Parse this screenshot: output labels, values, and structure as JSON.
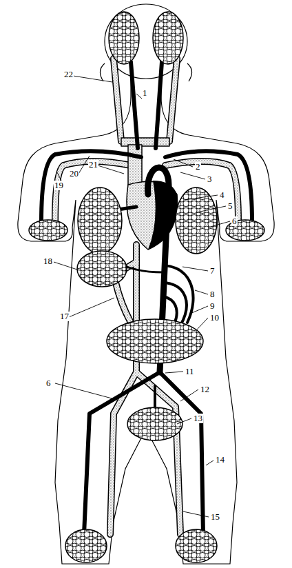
{
  "diagram": {
    "labels": [
      "22",
      "1",
      "2",
      "21",
      "20",
      "3",
      "19",
      "4",
      "5",
      "6",
      "18",
      "7",
      "8",
      "9",
      "17",
      "10",
      "11",
      "6",
      "12",
      "13",
      "14",
      "15"
    ]
  }
}
